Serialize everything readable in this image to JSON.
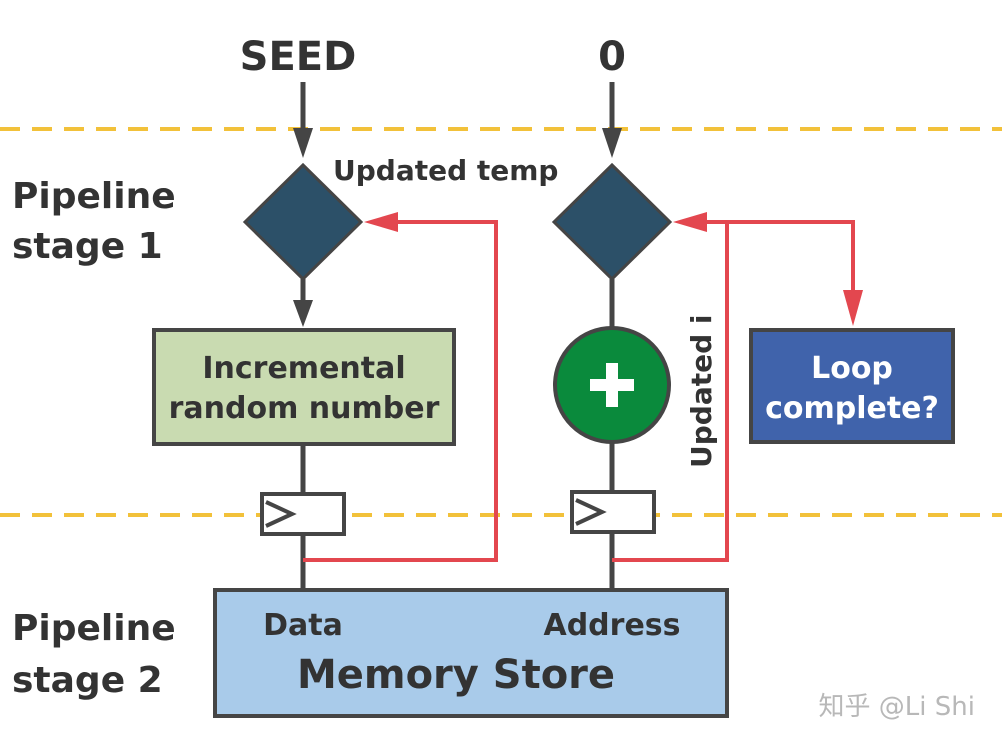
{
  "inputs": {
    "left": "SEED",
    "right": "0"
  },
  "stages": {
    "stage1": [
      "Pipeline",
      "stage 1"
    ],
    "stage2": [
      "Pipeline",
      "stage 2"
    ]
  },
  "labels": {
    "updated_temp": "Updated temp",
    "updated_i": "Updated i"
  },
  "boxes": {
    "random": [
      "Incremental",
      "random number"
    ],
    "loop": [
      "Loop",
      "complete?"
    ],
    "adder_symbol": "+"
  },
  "memory": {
    "title": "Memory Store",
    "data_port": "Data",
    "address_port": "Address"
  },
  "watermark": "知乎 @Li Shi",
  "colors": {
    "stage_line": "#f2c13a",
    "feedback": "#e3474f",
    "wire": "#454545",
    "mux": "#2c5068",
    "random_box": "#c9dbb1",
    "loop_box": "#4063ab",
    "adder": "#0a8a3c",
    "memory": "#a9cbea"
  }
}
